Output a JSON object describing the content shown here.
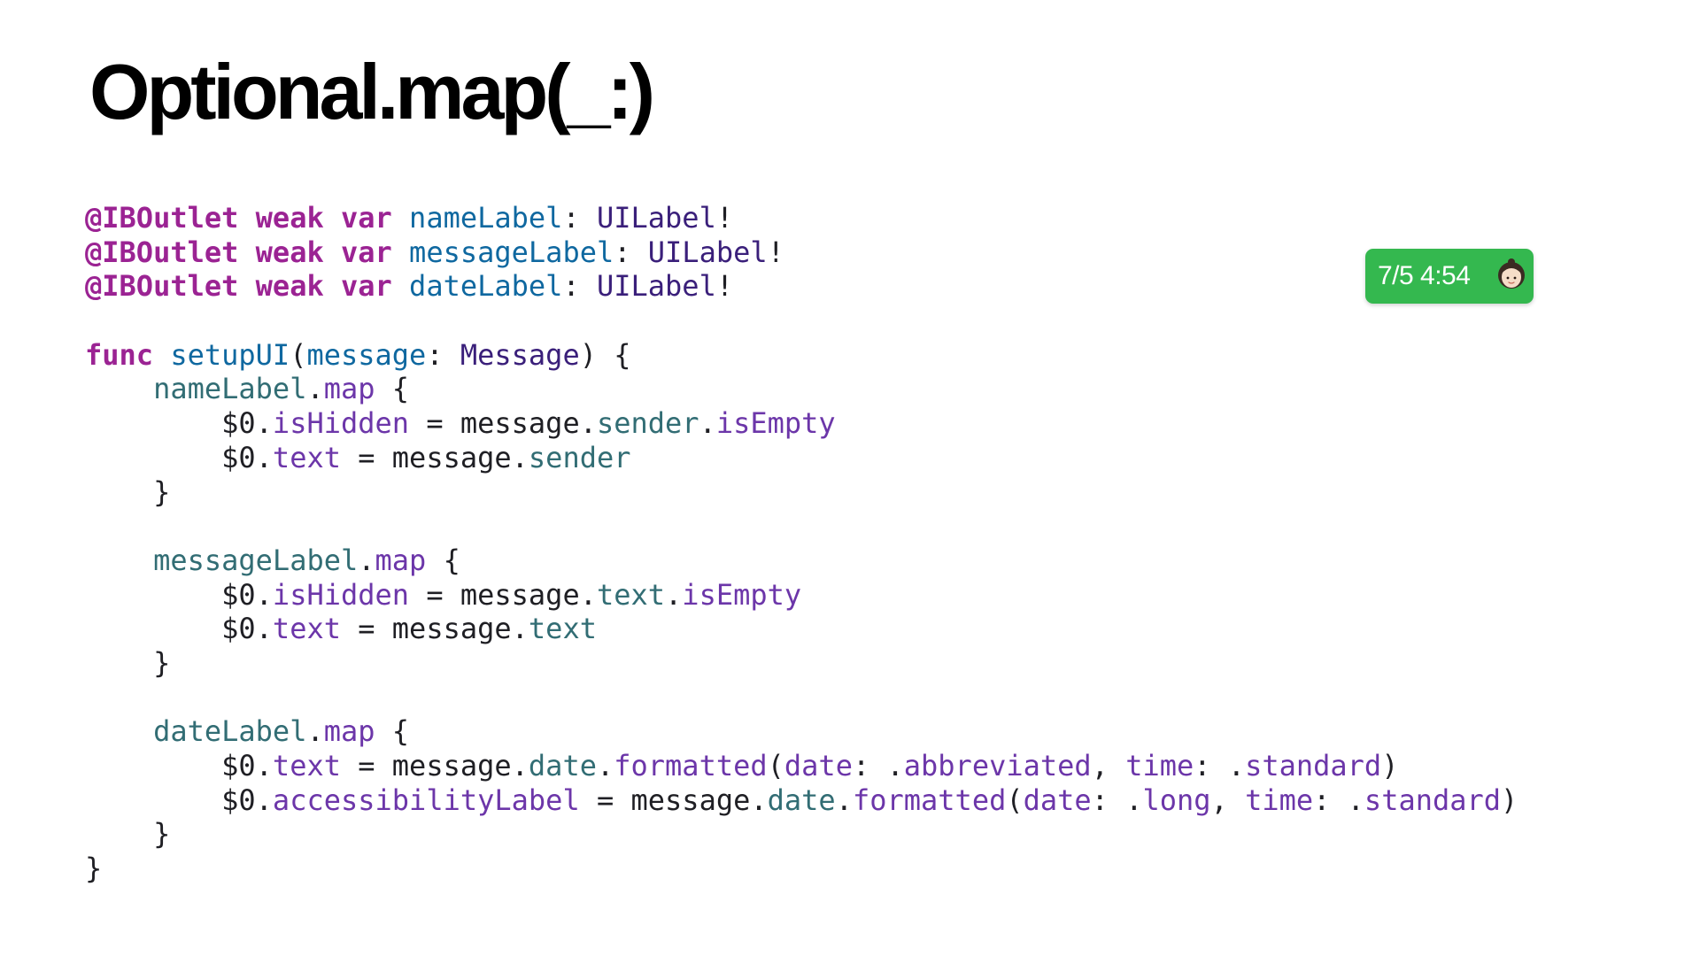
{
  "slide": {
    "title": "Optional.map(_:)"
  },
  "badge": {
    "text": "7/5 4:54",
    "icon": "girl-avatar-icon",
    "background_color": "#34b84f"
  },
  "syntax_colors": {
    "plain": "#1f1f24",
    "keyword": "#9b2393",
    "declaration": "#0f68a0",
    "type": "#3a1f7a",
    "property": "#326d74",
    "member": "#6c36a9"
  },
  "code": {
    "lines": [
      [
        {
          "t": "@IBOutlet",
          "k": "keyword"
        },
        {
          "t": " "
        },
        {
          "t": "weak",
          "k": "keyword"
        },
        {
          "t": " "
        },
        {
          "t": "var",
          "k": "keyword"
        },
        {
          "t": " "
        },
        {
          "t": "nameLabel",
          "k": "declaration"
        },
        {
          "t": ": "
        },
        {
          "t": "UILabel",
          "k": "type"
        },
        {
          "t": "!"
        }
      ],
      [
        {
          "t": "@IBOutlet",
          "k": "keyword"
        },
        {
          "t": " "
        },
        {
          "t": "weak",
          "k": "keyword"
        },
        {
          "t": " "
        },
        {
          "t": "var",
          "k": "keyword"
        },
        {
          "t": " "
        },
        {
          "t": "messageLabel",
          "k": "declaration"
        },
        {
          "t": ": "
        },
        {
          "t": "UILabel",
          "k": "type"
        },
        {
          "t": "!"
        }
      ],
      [
        {
          "t": "@IBOutlet",
          "k": "keyword"
        },
        {
          "t": " "
        },
        {
          "t": "weak",
          "k": "keyword"
        },
        {
          "t": " "
        },
        {
          "t": "var",
          "k": "keyword"
        },
        {
          "t": " "
        },
        {
          "t": "dateLabel",
          "k": "declaration"
        },
        {
          "t": ": "
        },
        {
          "t": "UILabel",
          "k": "type"
        },
        {
          "t": "!"
        }
      ],
      [],
      [
        {
          "t": "func",
          "k": "keyword"
        },
        {
          "t": " "
        },
        {
          "t": "setupUI",
          "k": "declaration"
        },
        {
          "t": "("
        },
        {
          "t": "message",
          "k": "declaration"
        },
        {
          "t": ": "
        },
        {
          "t": "Message",
          "k": "type"
        },
        {
          "t": ") {"
        }
      ],
      [
        {
          "t": "    "
        },
        {
          "t": "nameLabel",
          "k": "property"
        },
        {
          "t": "."
        },
        {
          "t": "map",
          "k": "member"
        },
        {
          "t": " {"
        }
      ],
      [
        {
          "t": "        $0."
        },
        {
          "t": "isHidden",
          "k": "member"
        },
        {
          "t": " = message."
        },
        {
          "t": "sender",
          "k": "property"
        },
        {
          "t": "."
        },
        {
          "t": "isEmpty",
          "k": "member"
        }
      ],
      [
        {
          "t": "        $0."
        },
        {
          "t": "text",
          "k": "member"
        },
        {
          "t": " = message."
        },
        {
          "t": "sender",
          "k": "property"
        }
      ],
      [
        {
          "t": "    }"
        }
      ],
      [],
      [
        {
          "t": "    "
        },
        {
          "t": "messageLabel",
          "k": "property"
        },
        {
          "t": "."
        },
        {
          "t": "map",
          "k": "member"
        },
        {
          "t": " {"
        }
      ],
      [
        {
          "t": "        $0."
        },
        {
          "t": "isHidden",
          "k": "member"
        },
        {
          "t": " = message."
        },
        {
          "t": "text",
          "k": "property"
        },
        {
          "t": "."
        },
        {
          "t": "isEmpty",
          "k": "member"
        }
      ],
      [
        {
          "t": "        $0."
        },
        {
          "t": "text",
          "k": "member"
        },
        {
          "t": " = message."
        },
        {
          "t": "text",
          "k": "property"
        }
      ],
      [
        {
          "t": "    }"
        }
      ],
      [],
      [
        {
          "t": "    "
        },
        {
          "t": "dateLabel",
          "k": "property"
        },
        {
          "t": "."
        },
        {
          "t": "map",
          "k": "member"
        },
        {
          "t": " {"
        }
      ],
      [
        {
          "t": "        $0."
        },
        {
          "t": "text",
          "k": "member"
        },
        {
          "t": " = message."
        },
        {
          "t": "date",
          "k": "property"
        },
        {
          "t": "."
        },
        {
          "t": "formatted",
          "k": "member"
        },
        {
          "t": "("
        },
        {
          "t": "date",
          "k": "member"
        },
        {
          "t": ": ."
        },
        {
          "t": "abbreviated",
          "k": "member"
        },
        {
          "t": ", "
        },
        {
          "t": "time",
          "k": "member"
        },
        {
          "t": ": ."
        },
        {
          "t": "standard",
          "k": "member"
        },
        {
          "t": ")"
        }
      ],
      [
        {
          "t": "        $0."
        },
        {
          "t": "accessibilityLabel",
          "k": "member"
        },
        {
          "t": " = message."
        },
        {
          "t": "date",
          "k": "property"
        },
        {
          "t": "."
        },
        {
          "t": "formatted",
          "k": "member"
        },
        {
          "t": "("
        },
        {
          "t": "date",
          "k": "member"
        },
        {
          "t": ": ."
        },
        {
          "t": "long",
          "k": "member"
        },
        {
          "t": ", "
        },
        {
          "t": "time",
          "k": "member"
        },
        {
          "t": ": ."
        },
        {
          "t": "standard",
          "k": "member"
        },
        {
          "t": ")"
        }
      ],
      [
        {
          "t": "    }"
        }
      ],
      [
        {
          "t": "}"
        }
      ]
    ]
  }
}
